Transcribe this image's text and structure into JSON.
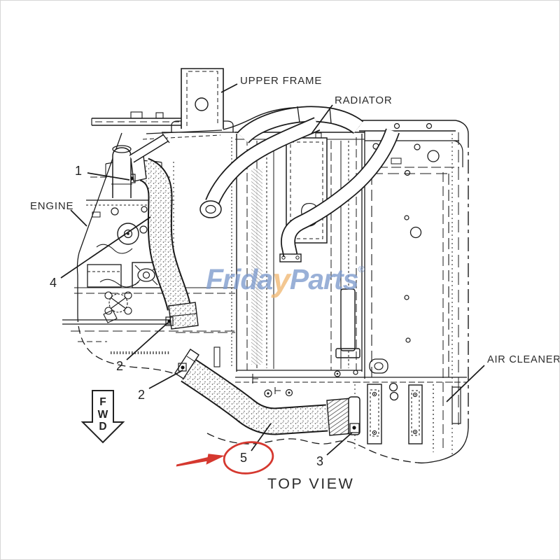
{
  "labels": {
    "upper_frame": "UPPER FRAME",
    "radiator": "RADIATOR",
    "engine": "ENGINE",
    "air_cleaner": "AIR CLEANER"
  },
  "caption": "TOP VIEW",
  "direction_indicator": {
    "letters": [
      "F",
      "W",
      "D"
    ],
    "meaning": "FWD"
  },
  "callouts": [
    {
      "number": "1"
    },
    {
      "number": "4"
    },
    {
      "number": "2"
    },
    {
      "number": "2"
    },
    {
      "number": "5",
      "highlighted": true
    },
    {
      "number": "3"
    }
  ],
  "highlight": {
    "color": "#d5382f",
    "shapes": [
      "hand-drawn-ellipse-around-callout-5",
      "red-arrow-pointing-right"
    ]
  },
  "watermark": {
    "text_left": "Frida",
    "text_mid": "y",
    "text_right": "Parts",
    "registered_mark": "®",
    "color_blue": "#7d9acd",
    "color_orange": "#f0b873"
  }
}
